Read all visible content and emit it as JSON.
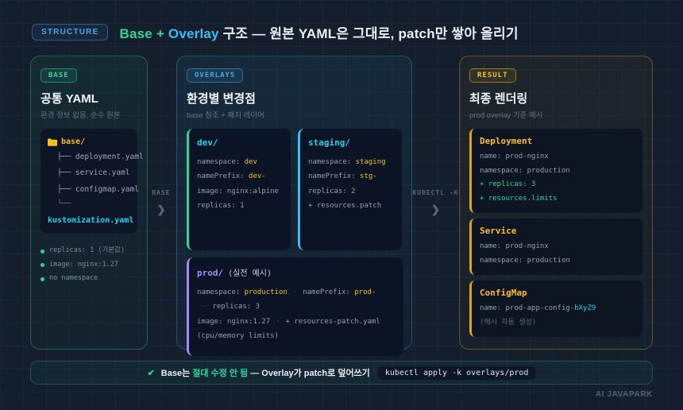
{
  "colors": {
    "background": "#141e2c",
    "green_accent": "#2dd4a0",
    "blue_accent": "#38bdf8",
    "cyan_accent": "#22d3ee",
    "yellow_accent": "#fbbf24",
    "purple_accent": "#a78bfa",
    "dim_text": "#64748b"
  },
  "header": {
    "badge": "STRUCTURE",
    "title_base": "Base + ",
    "title_overlay": "Overlay",
    "title_rest": " 구조 — 원본 YAML은 그대로, patch만 쌓아 올리기"
  },
  "base": {
    "badge": "BASE",
    "title": "공통 YAML",
    "subtitle": "환경 정보 없음, 순수 원본",
    "tree": {
      "folder": "base/",
      "file1": "├── deployment.yaml",
      "file2": "├── service.yaml",
      "file3": "├── configmap.yaml",
      "stub": "└──",
      "kustomization": "kustomization.yaml"
    },
    "bullets": [
      "replicas: 1 (기본값)",
      "image: nginx:1.27",
      "no namespace"
    ]
  },
  "connector_base": {
    "label": "BASE",
    "arrow": "❯"
  },
  "overlays": {
    "badge": "OVERLAYS",
    "title": "환경별 변경점",
    "subtitle": "base 참조 + 패치 레이어",
    "dev": {
      "title": "dev/",
      "l1_key": "namespace:",
      "l1_val": "dev",
      "l2_key": "namePrefix:",
      "l2_val": "dev-",
      "l3": "image: nginx:alpine",
      "l4": "replicas: 1"
    },
    "staging": {
      "title": "staging/",
      "l1_key": "namespace:",
      "l1_val": "staging",
      "l2_key": "namePrefix:",
      "l2_val": "stg-",
      "l3": "replicas: 2",
      "l4": "+ resources.patch"
    },
    "prod": {
      "title": "prod/",
      "title_suffix": "(실전 예시)",
      "l1_key1": "namespace:",
      "l1_val1": "production",
      "sep1": "·",
      "l1_key2": "namePrefix:",
      "l1_val2": "prod-",
      "sep2": "·",
      "l1_tail": "replicas: 3",
      "l2_head": "image: nginx:1.27",
      "sep3": "·",
      "l2_tail": "+ resources-patch.yaml (cpu/memory limits)"
    }
  },
  "connector_kubectl": {
    "label": "KUBECTL -K",
    "arrow": "❯"
  },
  "result": {
    "badge": "RESULT",
    "title": "최종 렌더링",
    "subtitle": "prod overlay 기준 예시",
    "deployment": {
      "title": "Deployment",
      "l1": "name: prod-nginx",
      "l2": "namespace: production",
      "l3": "+ replicas: 3",
      "l4": "+ resources.limits"
    },
    "service": {
      "title": "Service",
      "l1": "name: prod-nginx",
      "l2": "namespace: production"
    },
    "configmap": {
      "title": "ConfigMap",
      "l1_head": "name: prod-app-config-",
      "l1_hash": "hXyZ9",
      "l2": "(해시 자동 생성)"
    }
  },
  "footer": {
    "check": "✔",
    "seg1": "Base는 ",
    "seg2": "절대 수정 안 됨",
    "seg3": " — Overlay가 patch로 덮어쓰기",
    "command": "kubectl apply -k overlays/prod"
  },
  "credit": "AI JAVAPARK"
}
